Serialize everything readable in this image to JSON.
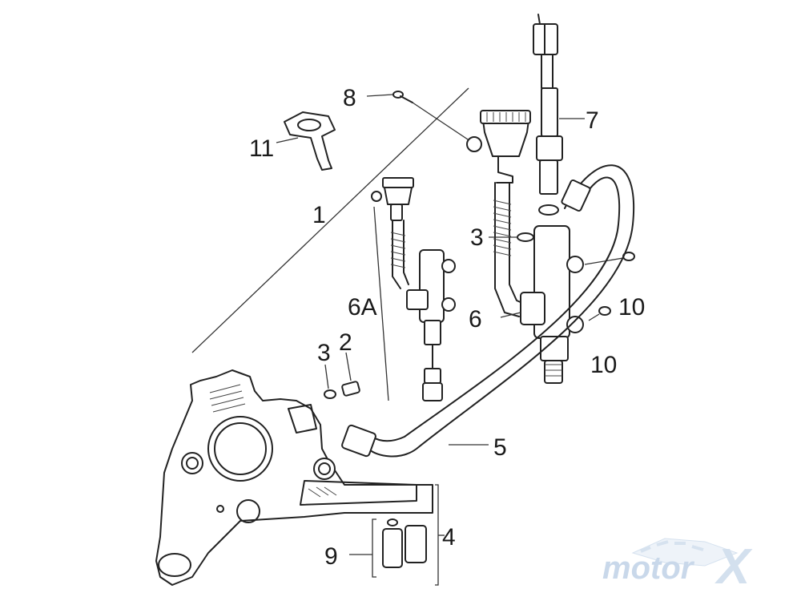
{
  "callouts": {
    "c1": "1",
    "c2": "2",
    "c3a": "3",
    "c3b": "3",
    "c4": "4",
    "c5": "5",
    "c6": "6",
    "c6a": "6A",
    "c7": "7",
    "c8": "8",
    "c9": "9",
    "c10a": "10",
    "c10b": "10",
    "c11": "11"
  },
  "watermark": {
    "logo_text": "motor",
    "logo_mark": "X"
  },
  "colors": {
    "line": "#222222",
    "logo": "#c9d8ea"
  }
}
